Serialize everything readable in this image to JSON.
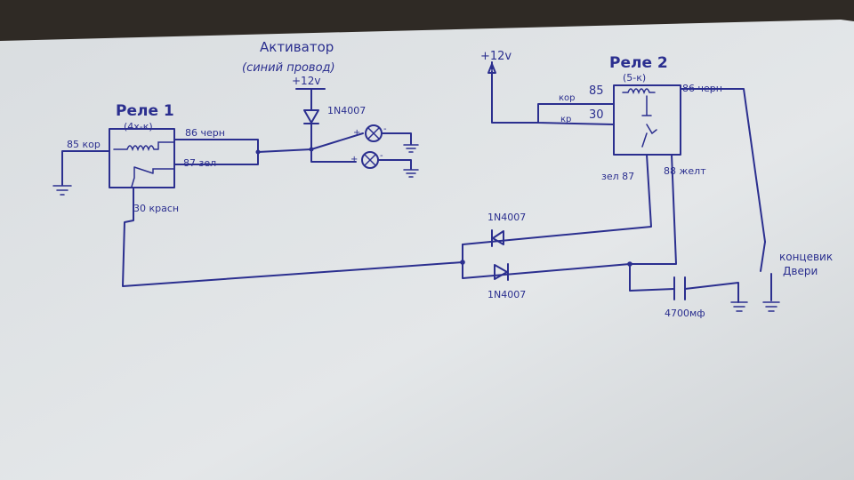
{
  "relay1": {
    "title": "Реле 1",
    "subtitle": "(4х-к)",
    "pin85": "85 кор",
    "pin86": "86 черн",
    "pin87": "87 зел",
    "pin30": "30 красн"
  },
  "activator": {
    "title": "Активатор",
    "subtitle": "(синий провод)",
    "supply": "+12v",
    "diode": "1N4007"
  },
  "relay2": {
    "title": "Реле 2",
    "subtitle": "(5-к)",
    "supply": "+12v",
    "label85": "кор",
    "pin85": "85",
    "label30": "кр",
    "pin30": "30",
    "pin86": "86 черн",
    "pin87": "зел 87",
    "pin88": "88 желт"
  },
  "diodes": {
    "top": "1N4007",
    "bottom": "1N4007"
  },
  "capacitor": {
    "label": "4700мф"
  },
  "door_switch": {
    "line1": "концевик",
    "line2": "Двери"
  }
}
